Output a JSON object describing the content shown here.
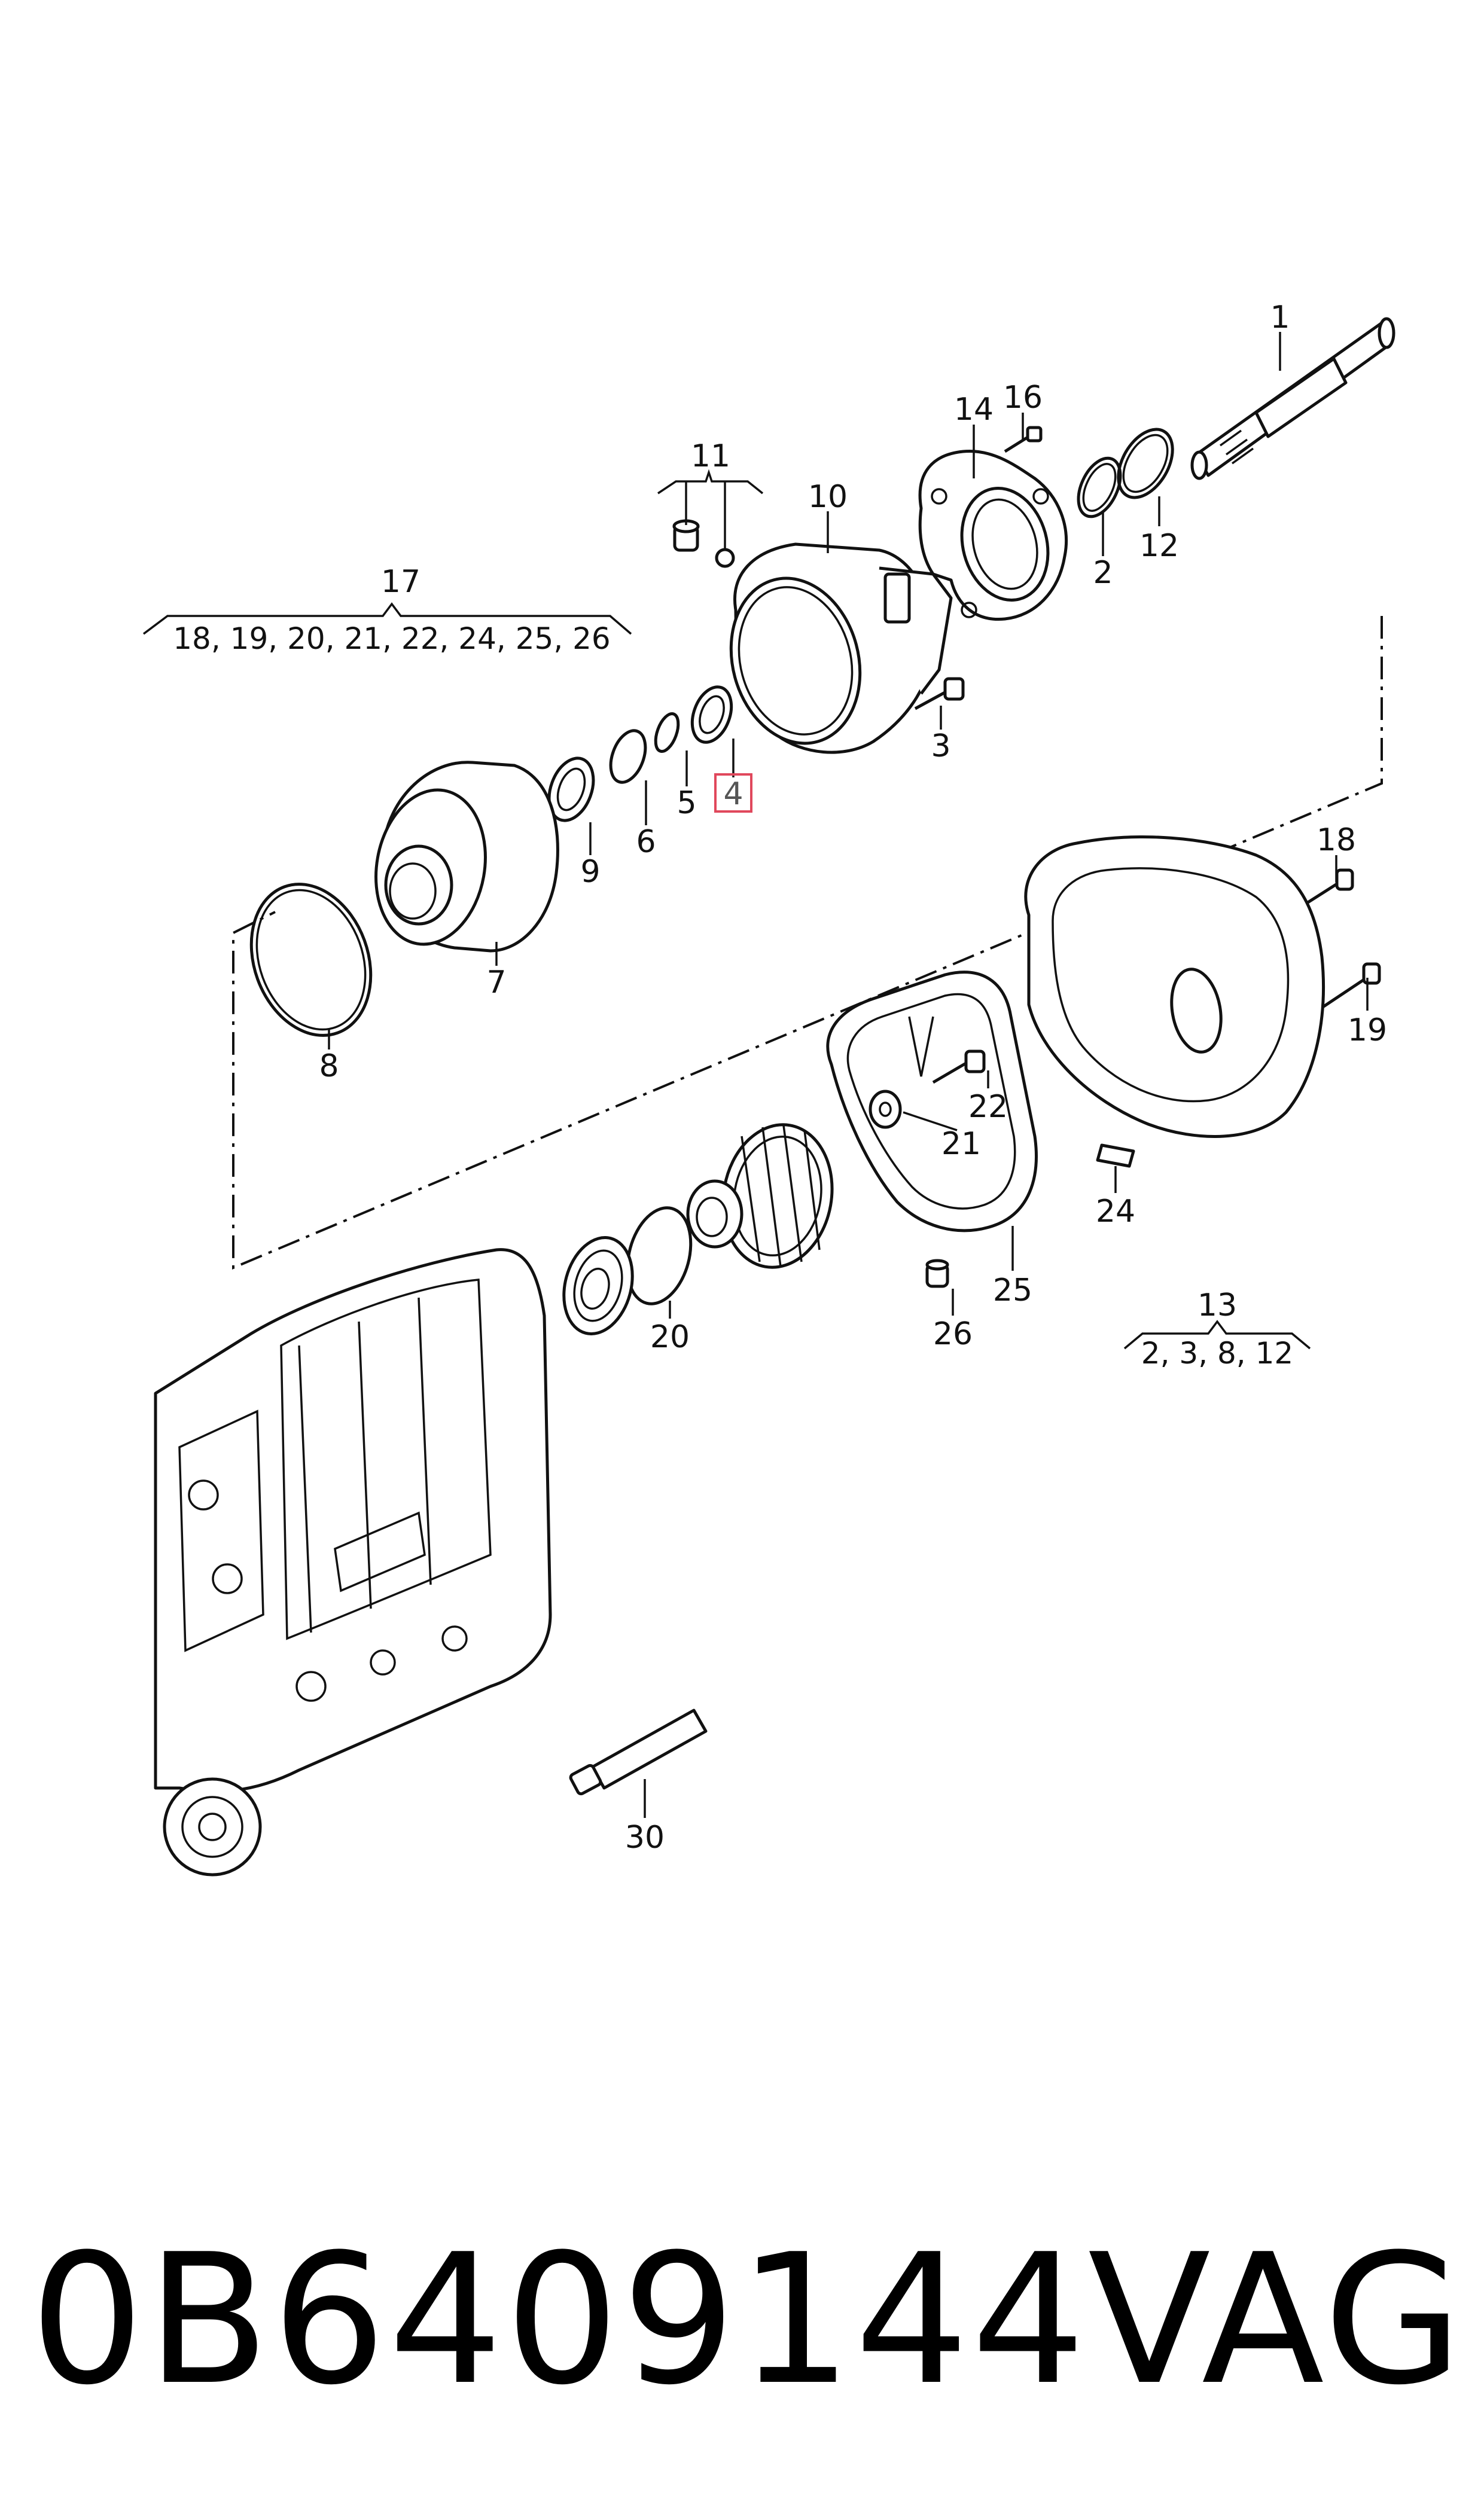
{
  "parts": [
    {
      "ref": "1"
    },
    {
      "ref": "2"
    },
    {
      "ref": "3"
    },
    {
      "ref": "4",
      "highlighted": true
    },
    {
      "ref": "5"
    },
    {
      "ref": "6"
    },
    {
      "ref": "7"
    },
    {
      "ref": "8"
    },
    {
      "ref": "9"
    },
    {
      "ref": "10"
    },
    {
      "ref": "11"
    },
    {
      "ref": "12"
    },
    {
      "ref": "13"
    },
    {
      "ref": "14"
    },
    {
      "ref": "16"
    },
    {
      "ref": "17"
    },
    {
      "ref": "18"
    },
    {
      "ref": "19"
    },
    {
      "ref": "20"
    },
    {
      "ref": "21"
    },
    {
      "ref": "22"
    },
    {
      "ref": "24"
    },
    {
      "ref": "25"
    },
    {
      "ref": "26"
    },
    {
      "ref": "30"
    }
  ],
  "groups": {
    "g17": "18, 19, 20, 21, 22, 24, 25, 26",
    "g13": "2, 3, 8, 12"
  },
  "highlight_color": "#e0485c",
  "footer": {
    "part_number": "0B6409144",
    "brand": "VAG"
  }
}
